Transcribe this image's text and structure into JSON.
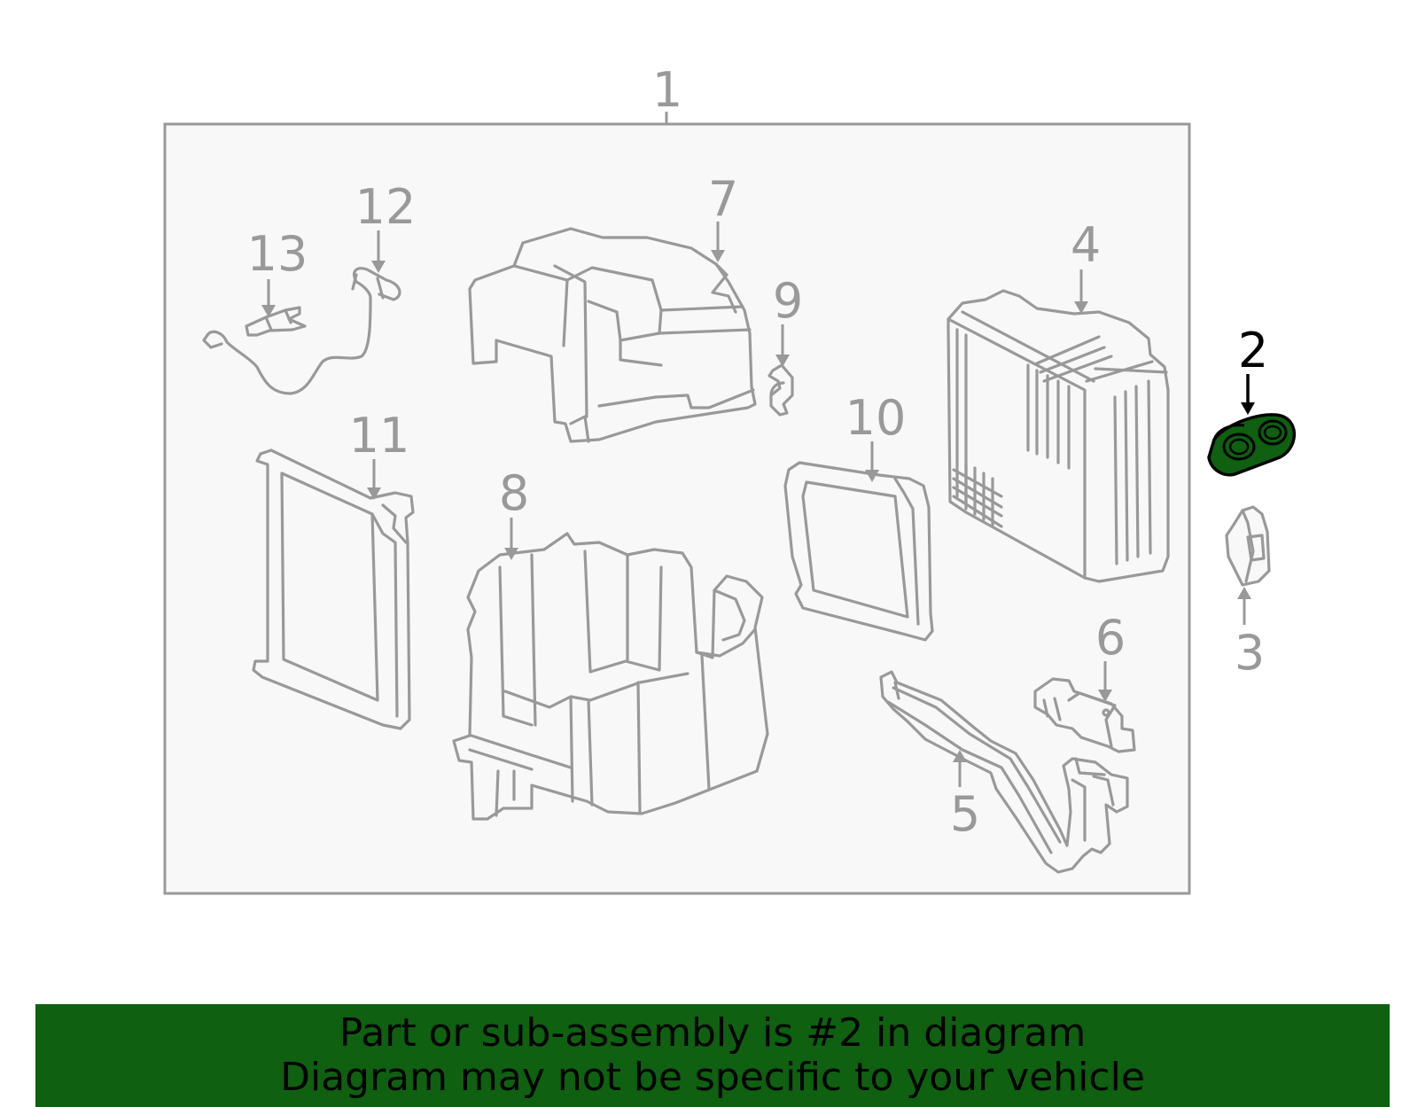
{
  "diagram": {
    "callouts": {
      "c1": "1",
      "c2": "2",
      "c3": "3",
      "c4": "4",
      "c5": "5",
      "c6": "6",
      "c7": "7",
      "c8": "8",
      "c9": "9",
      "c10": "10",
      "c11": "11",
      "c12": "12",
      "c13": "13"
    },
    "highlight_color": "#0f6010",
    "panel_color": "#f8f8f8",
    "line_color": "#999999"
  },
  "banner": {
    "line1": "Part or sub-assembly is #2 in diagram",
    "line2": "Diagram may not be specific to your vehicle",
    "background": "#0f6010"
  }
}
